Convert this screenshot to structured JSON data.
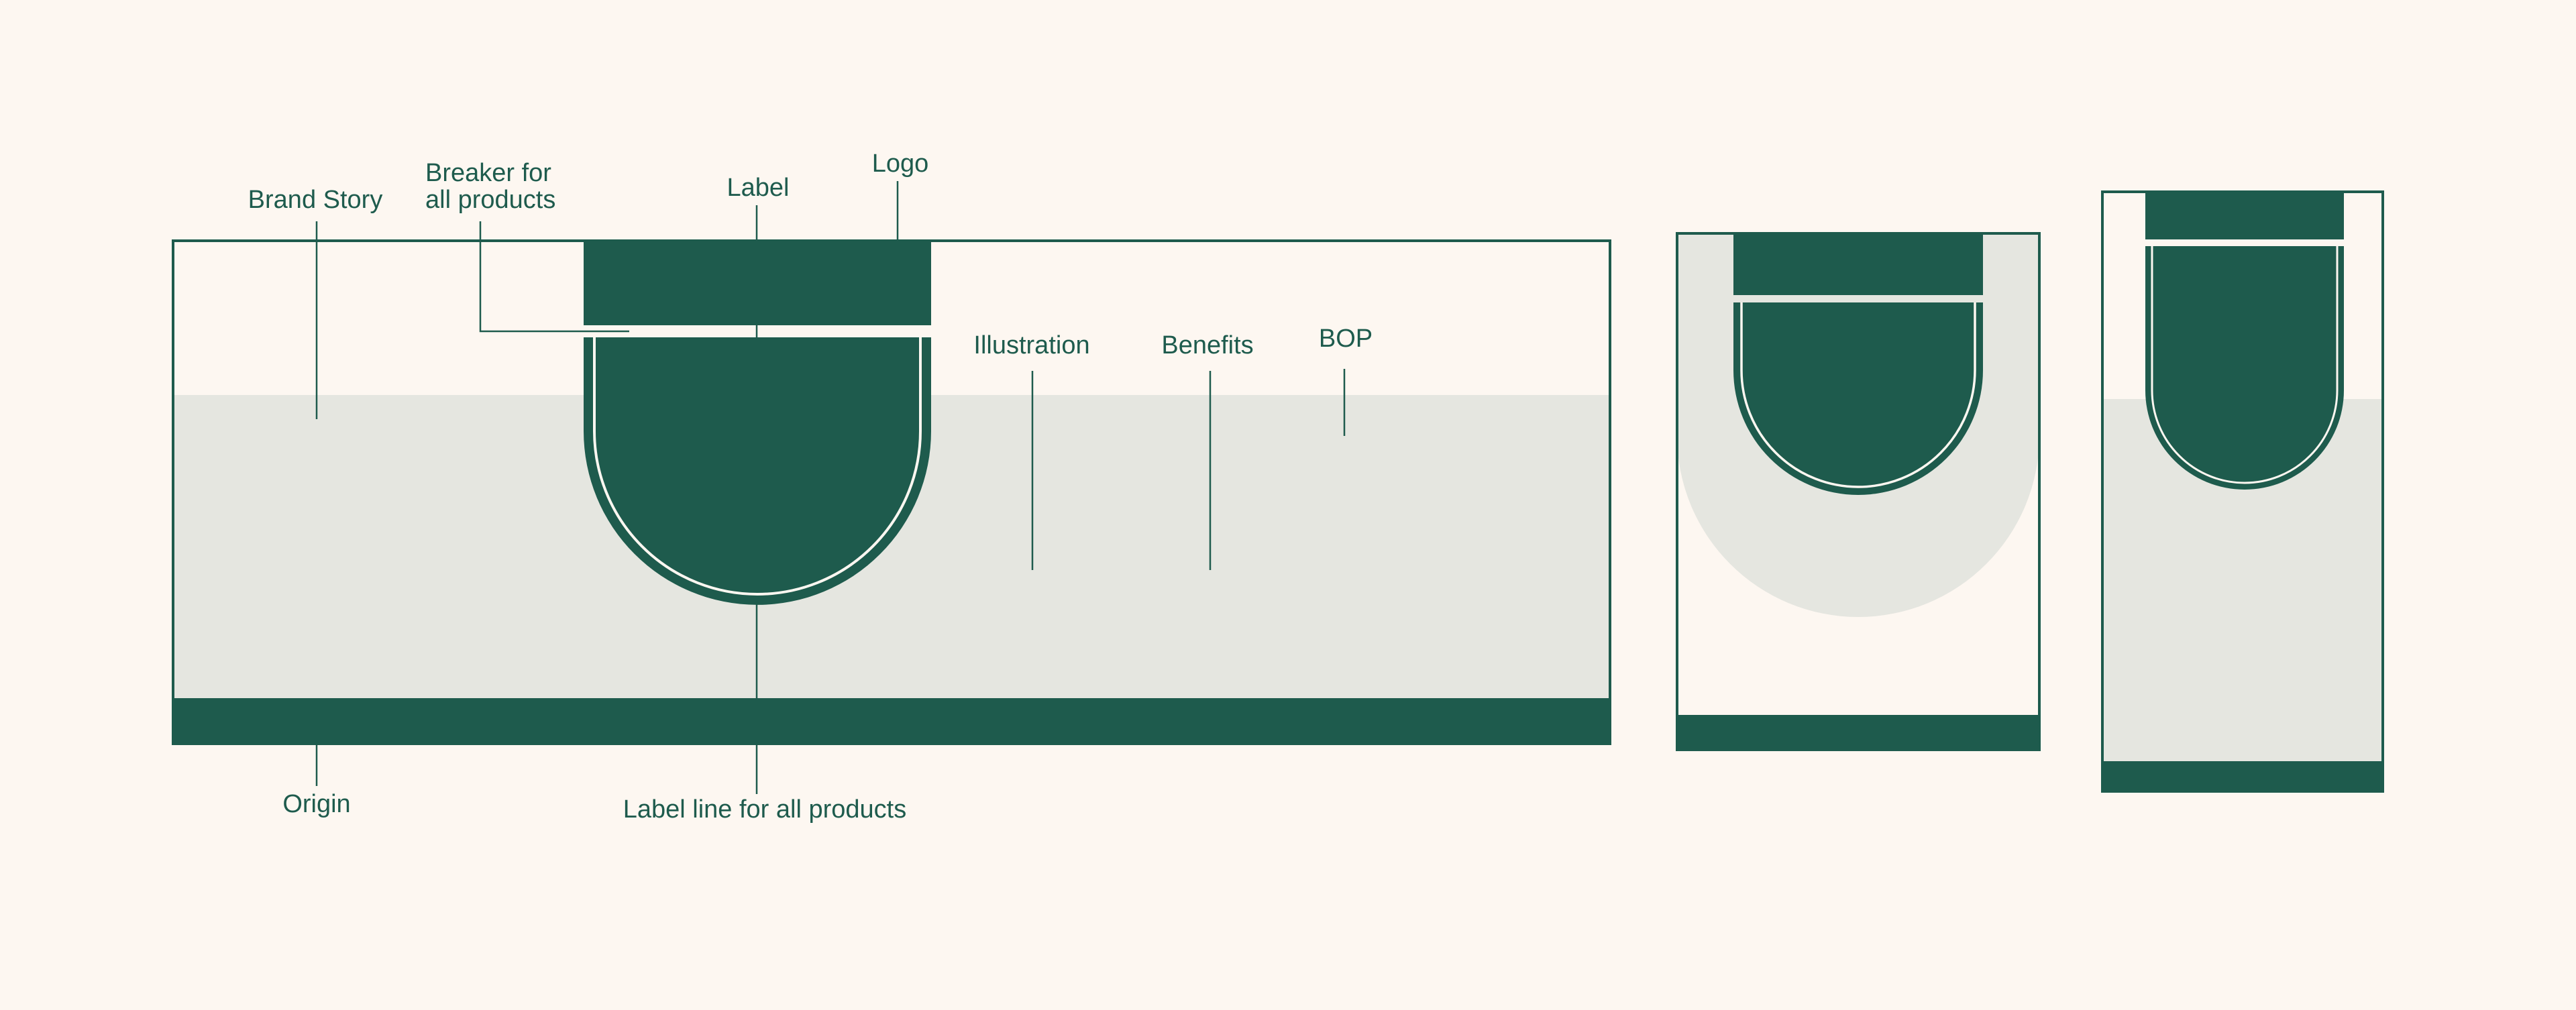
{
  "colors": {
    "background": "#fdf7f1",
    "brand_green": "#1e5b4d",
    "panel_grey": "#e5e6e0",
    "white": "#fdf7f1"
  },
  "labels": {
    "brand_story": "Brand Story",
    "breaker_line1": "Breaker for",
    "breaker_line2": "all products",
    "label": "Label",
    "logo": "Logo",
    "illustration": "Illustration",
    "benefits": "Benefits",
    "bop": "BOP",
    "origin": "Origin",
    "label_line": "Label line for all products"
  }
}
